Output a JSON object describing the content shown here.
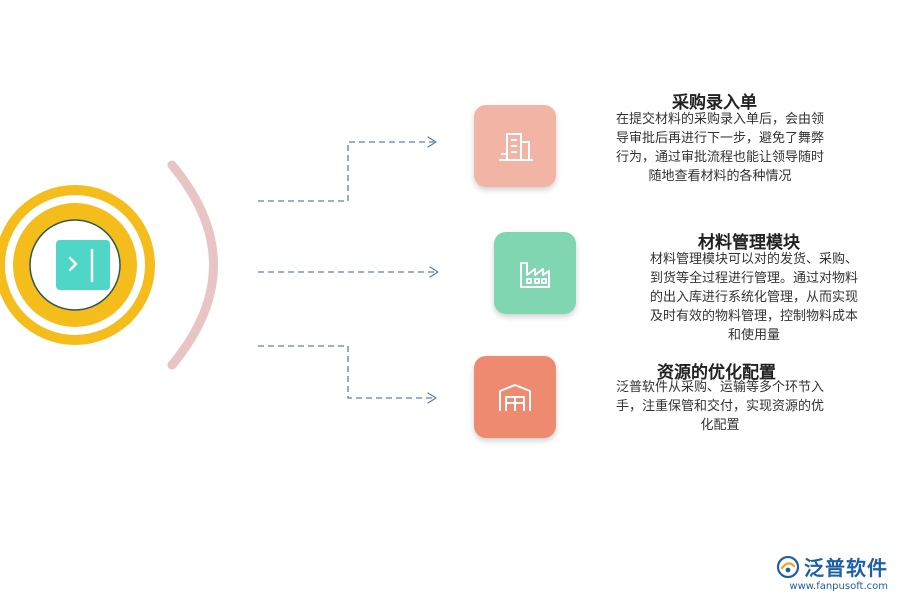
{
  "items": [
    {
      "title": "采购录入单",
      "desc_lines": [
        "在提交材料的采购录入单后，会由领",
        "导审批后再进行下一步，避免了舞弊",
        "行为，通过审批流程也能让领导随时",
        "随地查看材料的各种情况"
      ],
      "icon": "building-icon",
      "color": "#f2b4a5"
    },
    {
      "title": "材料管理模块",
      "desc_lines": [
        "材料管理模块可以对的发货、采购、",
        "到货等全过程进行管理。通过对物料",
        "的出入库进行系统化管理，从而实现",
        "及时有效的物料管理，控制物料成本",
        "和使用量"
      ],
      "icon": "factory-icon",
      "color": "#7fd6b0"
    },
    {
      "title": "资源的优化配置",
      "desc_lines": [
        "泛普软件从采购、运输等多个环节入",
        "手，注重保管和交付，实现资源的优",
        "化配置"
      ],
      "icon": "warehouse-icon",
      "color": "#ee8a70"
    }
  ],
  "center_icon": "panel-icon",
  "colors": {
    "ring": "#f5bd1c",
    "inner_circle_border": "#2d5a4a",
    "center_square": "#4fd6c6",
    "arc": "#e8c4c4",
    "connector": "#5f7fa3"
  },
  "brand": {
    "name": "泛普软件",
    "url": "www.fanpusoft.com"
  }
}
